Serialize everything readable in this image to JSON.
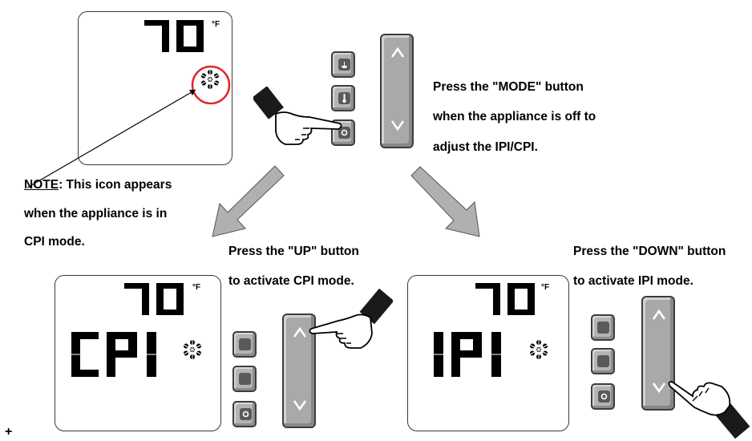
{
  "panel_top": {
    "temp": "70",
    "unit": "°F",
    "snow_icon": "snowflake-icon"
  },
  "panel_cpi": {
    "temp": "70",
    "unit": "°F",
    "mode": "CPI",
    "snow_icon": "snowflake-icon"
  },
  "panel_ipi": {
    "temp": "70",
    "unit": "°F",
    "mode": "IPI",
    "snow_icon": "snowflake-icon"
  },
  "instructions": {
    "mode_step": [
      "Press the \"MODE\" button",
      "when the appliance is off to",
      "adjust the IPI/CPI."
    ],
    "up_step": [
      "Press the \"UP\" button",
      "to activate CPI mode."
    ],
    "down_step": [
      "Press the \"DOWN\" button",
      "to activate IPI mode."
    ]
  },
  "note": {
    "label": "NOTE",
    "rest": ": This icon appears",
    "line2": "when the appliance is in",
    "line3": "CPI mode."
  },
  "controls": {
    "buttons": [
      "flame-icon",
      "thermometer-icon",
      "mode-circle-icon"
    ],
    "up_glyph": "^",
    "down_glyph": "v"
  },
  "footer_mark": "+",
  "colors": {
    "highlight_circle": "#e0262b",
    "button_fill": "#b4b4b4",
    "arrow_fill": "#b0b0b0"
  }
}
